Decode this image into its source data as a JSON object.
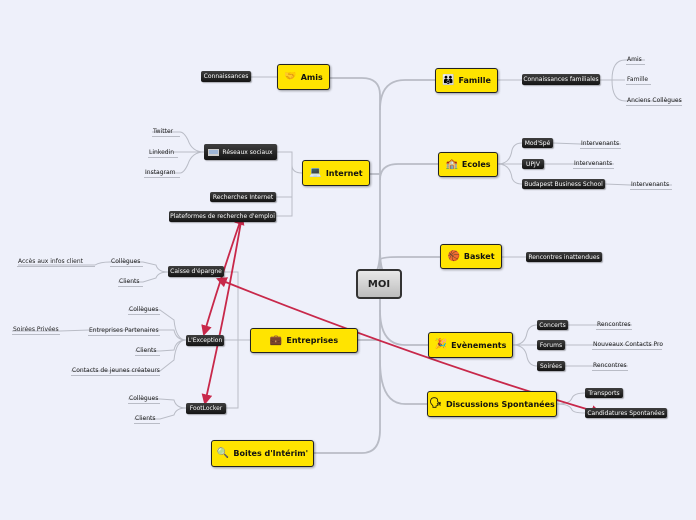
{
  "center": {
    "label": "MOI"
  },
  "topics": {
    "amis": {
      "label": "Amis",
      "icon": "handshake-icon",
      "glyph": "🤝"
    },
    "internet": {
      "label": "Internet",
      "icon": "computer-icon",
      "glyph": "💻"
    },
    "entreprises": {
      "label": "Entreprises",
      "icon": "briefcase-icon",
      "glyph": "💼"
    },
    "interim": {
      "label": "Boites d'Intérim'",
      "icon": "magnifier-icon",
      "glyph": "🔍"
    },
    "famille": {
      "label": "Famille",
      "icon": "family-icon",
      "glyph": "👪"
    },
    "ecoles": {
      "label": "Ecoles",
      "icon": "school-icon",
      "glyph": "🏫"
    },
    "basket": {
      "label": "Basket",
      "icon": "basketball-icon",
      "glyph": "🏀"
    },
    "evenements": {
      "label": "Evènements",
      "icon": "party-icon",
      "glyph": "🎉"
    },
    "discussions": {
      "label": "Discussions Spontanées",
      "icon": "speaking-head-icon",
      "glyph": "🗣"
    }
  },
  "amis": {
    "connaissances": "Connaissances"
  },
  "internet": {
    "reseaux": "Réseaux sociaux",
    "reseaux_icon": "laptop-icon",
    "twitter": "Twitter",
    "linkedin": "Linkedin",
    "instagram": "Instagram",
    "recherches": "Recherches Internet",
    "plateformes": "Plateformes de recherche d'emploi"
  },
  "entreprises": {
    "caisse": "Caisse d'épargne",
    "caisse_collegues": "Collègues",
    "caisse_clients": "Clients",
    "acces_infos": "Accès aux infos client",
    "exception": "L'Exception",
    "exc_collegues": "Collègues",
    "exc_partenaires": "Entreprises Partenaires",
    "soirees_privees": "Soirées Privées",
    "exc_clients": "Clients",
    "exc_contacts": "Contacts de jeunes créateurs",
    "footlocker": "FootLocker",
    "fl_collegues": "Collègues",
    "fl_clients": "Clients"
  },
  "famille": {
    "connaissances_familiales": "Connaissances familiales",
    "amis": "Amis",
    "famille": "Famille",
    "anciens_collegues": "Anciens Collègues"
  },
  "ecoles": {
    "modspe": "Mod'Spé",
    "modspe_intervenants": "Intervenants",
    "upjv": "UPJV",
    "upjv_intervenants": "Intervenants",
    "budapest": "Budapest Business School",
    "budapest_intervenants": "Intervenants"
  },
  "basket": {
    "rencontres": "Rencontres inattendues"
  },
  "evenements": {
    "concerts": "Concerts",
    "concerts_rencontres": "Rencontres",
    "forums": "Forums",
    "forums_contacts": "Nouveaux Contacts Pro",
    "soirees": "Soirées",
    "soirees_rencontres": "Rencontres"
  },
  "discussions": {
    "transports": "Transports",
    "candidatures": "Candidatures Spontanées"
  },
  "colors": {
    "topic_fill": "#ffe400",
    "connector": "#b9bcc6",
    "relationship_arrow": "#c8284a",
    "background": "#eef0fa"
  }
}
